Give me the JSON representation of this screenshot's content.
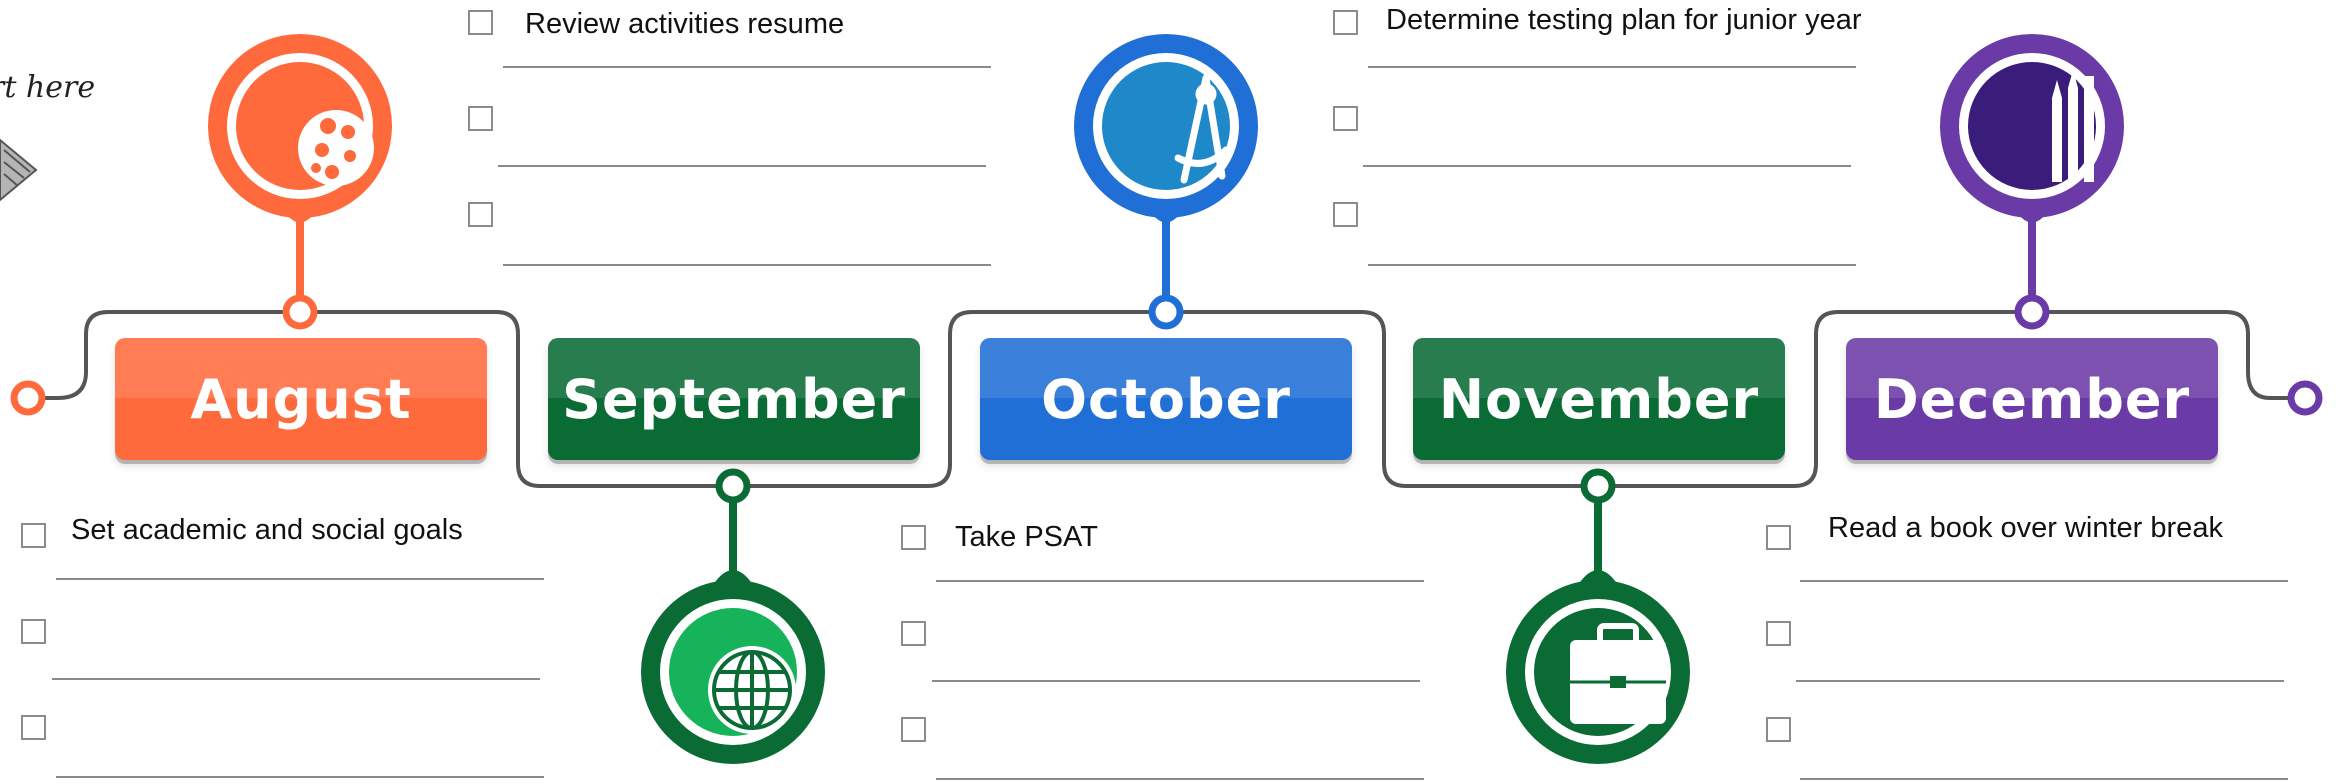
{
  "months": [
    {
      "label": "August",
      "color": "#ff6a3d",
      "icon": "paint-palette-icon"
    },
    {
      "label": "September",
      "color": "#0a6b35",
      "icon": "globe-icon"
    },
    {
      "label": "October",
      "color": "#1f6fd6",
      "icon": "compass-icon"
    },
    {
      "label": "November",
      "color": "#0a6b35",
      "icon": "briefcase-icon"
    },
    {
      "label": "December",
      "color": "#6a3aa6",
      "icon": "pencil-icon"
    }
  ],
  "tasks": {
    "august": "Set academic and social goals",
    "september": "Review activities resume",
    "october": "Take PSAT",
    "november": "Determine testing plan for junior year",
    "december": "Read a book over winter break"
  },
  "decor": {
    "script_text": "rt here"
  }
}
